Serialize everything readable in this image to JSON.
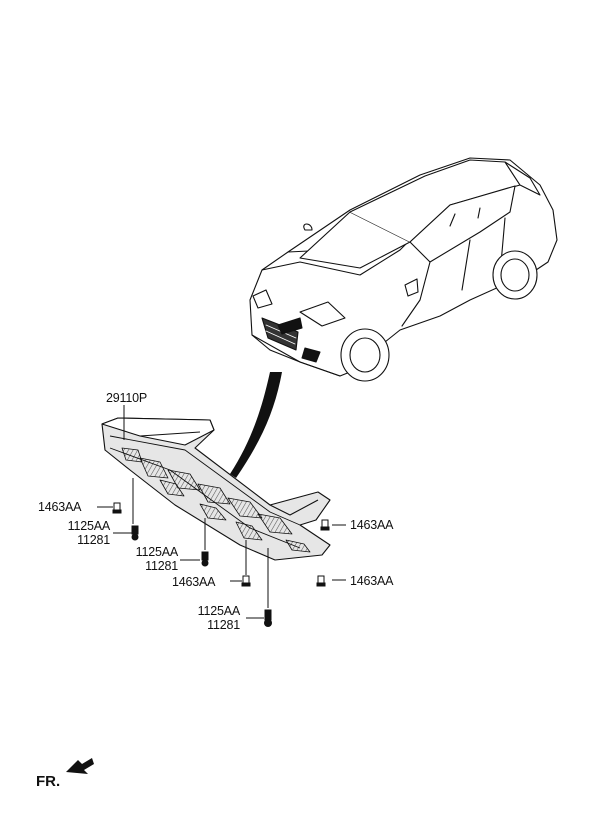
{
  "diagram": {
    "main_part": {
      "number": "29110P"
    },
    "fasteners": [
      {
        "id": "f1",
        "codes": [
          "1463AA"
        ]
      },
      {
        "id": "f2",
        "codes": [
          "1125AA",
          "11281"
        ]
      },
      {
        "id": "f3",
        "codes": [
          "1125AA",
          "11281"
        ]
      },
      {
        "id": "f4",
        "codes": [
          "1463AA"
        ]
      },
      {
        "id": "f5",
        "codes": [
          "1463AA"
        ]
      },
      {
        "id": "f6",
        "codes": [
          "1463AA"
        ]
      },
      {
        "id": "f7",
        "codes": [
          "1125AA",
          "11281"
        ]
      }
    ],
    "direction_label": "FR."
  },
  "icons": {
    "car": "sedan-car-icon",
    "pointer": "curved-pointer-arrow-icon",
    "front": "front-direction-arrow-icon",
    "bolt": "bolt-icon",
    "clip": "clip-icon"
  },
  "colors": {
    "line": "#111111",
    "fill": "#ffffff",
    "guard_face": "#d9d9d9",
    "hatch": "#444444"
  }
}
